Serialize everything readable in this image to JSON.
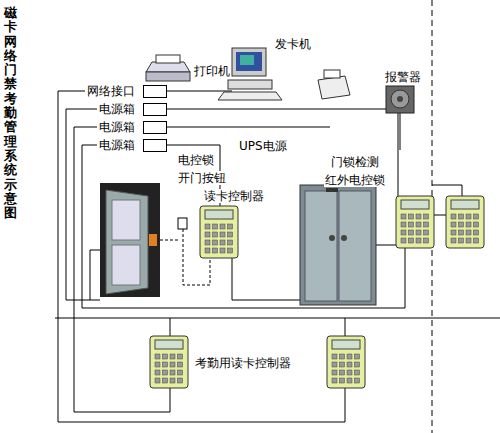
{
  "diagram": {
    "title": "磁卡网络门禁考勤管理系统示意图",
    "nodes": [
      {
        "text": [
          "网络接口"
        ]
      },
      {
        "text": [
          "电源箱"
        ]
      },
      {
        "text": [
          "电源箱"
        ]
      },
      {
        "text": [
          "电源箱"
        ]
      }
    ],
    "labels": [
      "打印机",
      "发卡机",
      "UPS电源",
      "报警器",
      "门锁检测",
      "红外电控锁",
      "电控锁",
      "开门按钮",
      "读卡控制器",
      "考勤用读卡控制器"
    ]
  }
}
